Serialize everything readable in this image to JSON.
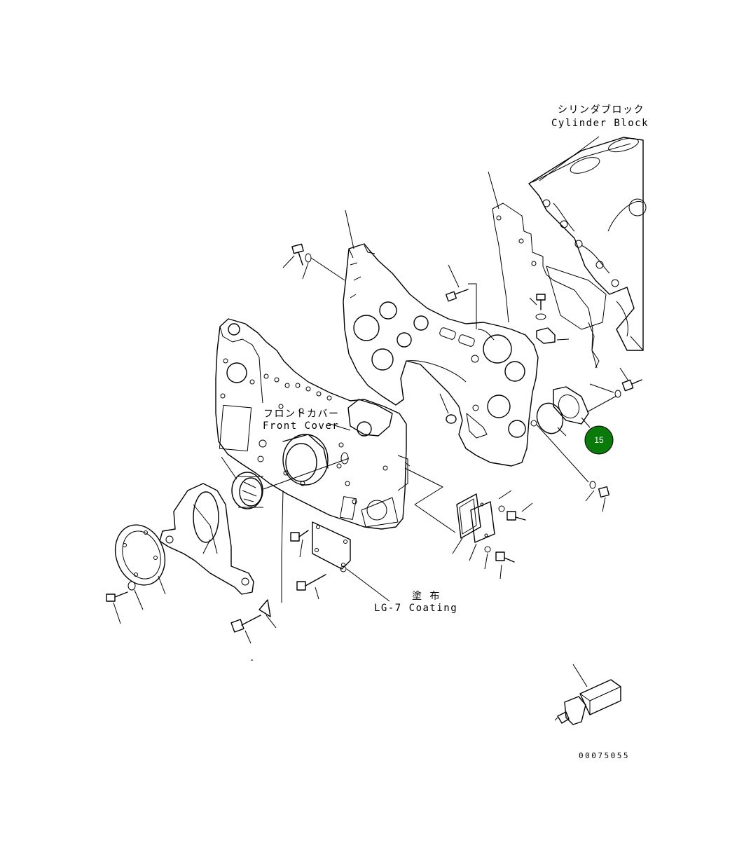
{
  "labels": {
    "cylinder_block_jp": "シリンダブロック",
    "cylinder_block_en": "Cylinder Block",
    "front_cover_jp": "フロントカバー",
    "front_cover_en": "Front Cover",
    "coating_jp": "塗 布",
    "coating_en": "LG-7 Coating",
    "drawing_number": "00075055"
  },
  "callouts": [
    {
      "number": "15",
      "color": "#0a7a0a"
    }
  ]
}
